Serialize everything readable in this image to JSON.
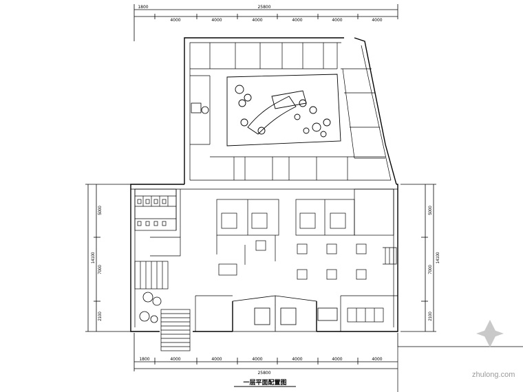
{
  "drawing": {
    "title": "一层平面配置图",
    "top_overall": "25800",
    "bottom_overall": "25800",
    "top_segments": [
      "1800",
      "4000",
      "4000",
      "4000",
      "4000",
      "4000",
      "4000"
    ],
    "bottom_segments": [
      "1800",
      "4000",
      "4000",
      "4000",
      "4000",
      "4000",
      "4000"
    ],
    "left_segments": [
      "5000",
      "7000",
      "2100"
    ],
    "left_overall": "14100",
    "right_segments": [
      "5000",
      "7000",
      "2100"
    ],
    "right_overall": "14100"
  },
  "watermark": {
    "text": "zhulong.com"
  },
  "colors": {
    "line": "#000000",
    "watermark": "#9a9a9a"
  }
}
